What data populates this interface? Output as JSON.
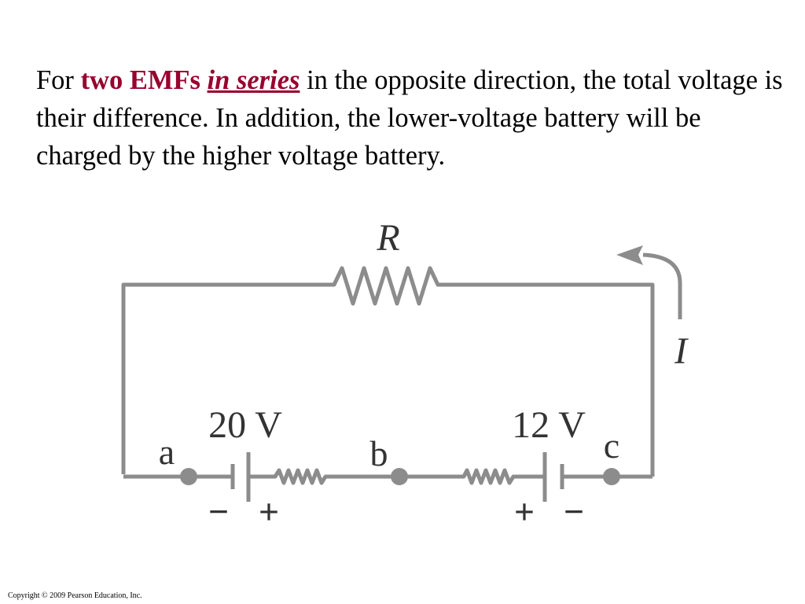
{
  "slide": {
    "text": {
      "part1": "For ",
      "emfs": "two EMFs",
      "space": " ",
      "series": "in series",
      "part2": " in the opposite direction, the total voltage is their difference. In addition, the lower-voltage battery will be charged by the higher voltage battery."
    },
    "diagram": {
      "resistor_label": "R",
      "current_label": "I",
      "node_a": "a",
      "node_b": "b",
      "node_c": "c",
      "battery_left_voltage": "20 V",
      "battery_right_voltage": "12 V",
      "left_minus": "−",
      "left_plus": "+",
      "right_plus": "+",
      "right_minus": "−"
    },
    "copyright": "Copyright © 2009 Pearson Education, Inc."
  },
  "colors": {
    "accent": "#98002e",
    "wire": "#8c8c8c",
    "label": "#333333"
  }
}
